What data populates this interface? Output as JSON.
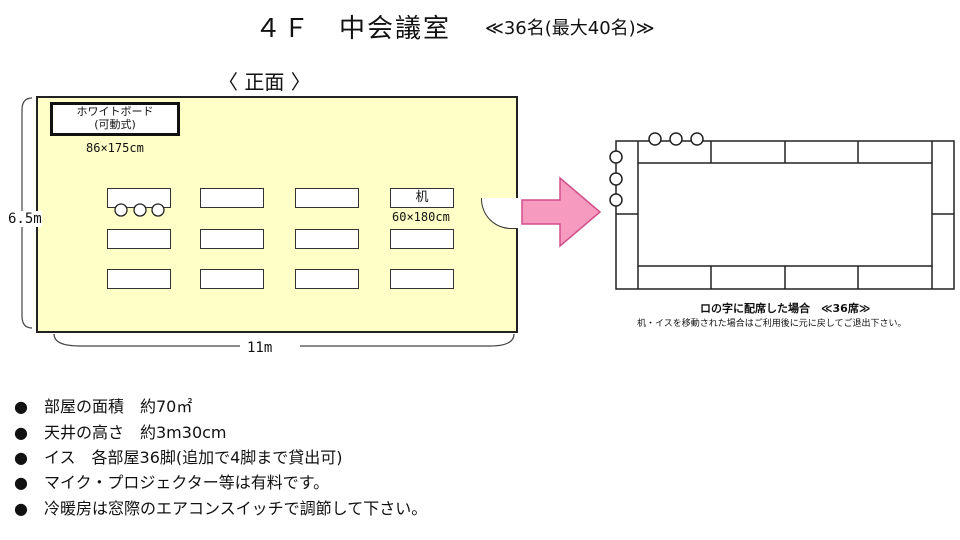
{
  "title": "４Ｆ　中会議室",
  "capacity": "≪36名(最大40名)≫",
  "front_label": "〈 正面 〉",
  "whiteboard": {
    "label": "ホワイトボード",
    "sub": "(可動式)",
    "size": "86×175cm"
  },
  "desk": {
    "label": "机",
    "size": "60×180cm"
  },
  "dimensions": {
    "height": "6.5m",
    "width": "11m"
  },
  "layout": {
    "caption": "ロの字に配席した場合　≪36席≫",
    "note": "机・イスを移動された場合はご利用後に元に戻してご退出下さい。"
  },
  "bullet": "●",
  "info": [
    "部屋の面積　約70㎡",
    "天井の高さ　約3m30cm",
    "イス　各部屋36脚(追加で4脚まで貸出可)",
    "マイク・プロジェクター等は有料です。",
    "冷暖房は窓際のエアコンスイッチで調節して下さい。"
  ],
  "colors": {
    "room": "#ffffc8",
    "arrow": "#f79ac0"
  }
}
